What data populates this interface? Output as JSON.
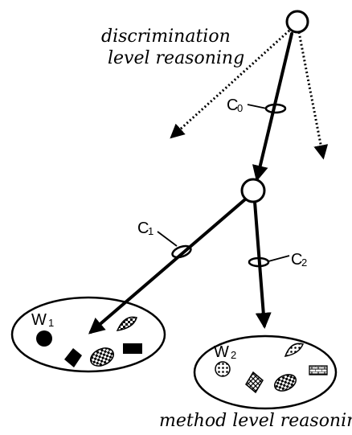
{
  "labels": {
    "discrimination_line1": "discrimination",
    "discrimination_line2": "level reasoning",
    "method": "method level reasoning",
    "c0_main": "C",
    "c0_sub": "0",
    "c1_main": "C",
    "c1_sub": "1",
    "c2_main": "C",
    "c2_sub": "2",
    "w1_main": "W",
    "w1_sub": "1",
    "w2_main": "W",
    "w2_sub": "2"
  },
  "colors": {
    "stroke": "#000000",
    "background": "#ffffff"
  }
}
